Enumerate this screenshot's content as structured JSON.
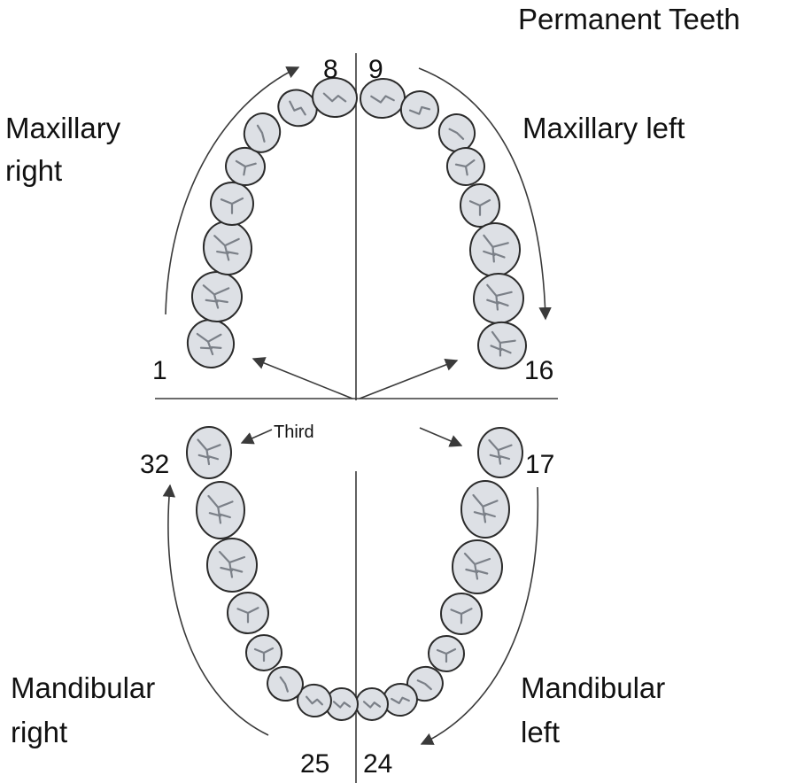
{
  "title": "Permanent Teeth",
  "quadrants": {
    "maxillary_right": [
      "Maxillary",
      "right"
    ],
    "maxillary_left": "Maxillary left",
    "mandibular_right": [
      "Mandibular",
      "right"
    ],
    "mandibular_left": [
      "Mandibular",
      "left"
    ]
  },
  "tooth_numbers": {
    "n1": "1",
    "n8": "8",
    "n9": "9",
    "n16": "16",
    "n17": "17",
    "n24": "24",
    "n25": "25",
    "n32": "32"
  },
  "annotation_third": "Third",
  "colors": {
    "tooth_fill": "#dde0e5",
    "outline": "#2b2b2b",
    "fissure": "#7b8088"
  }
}
